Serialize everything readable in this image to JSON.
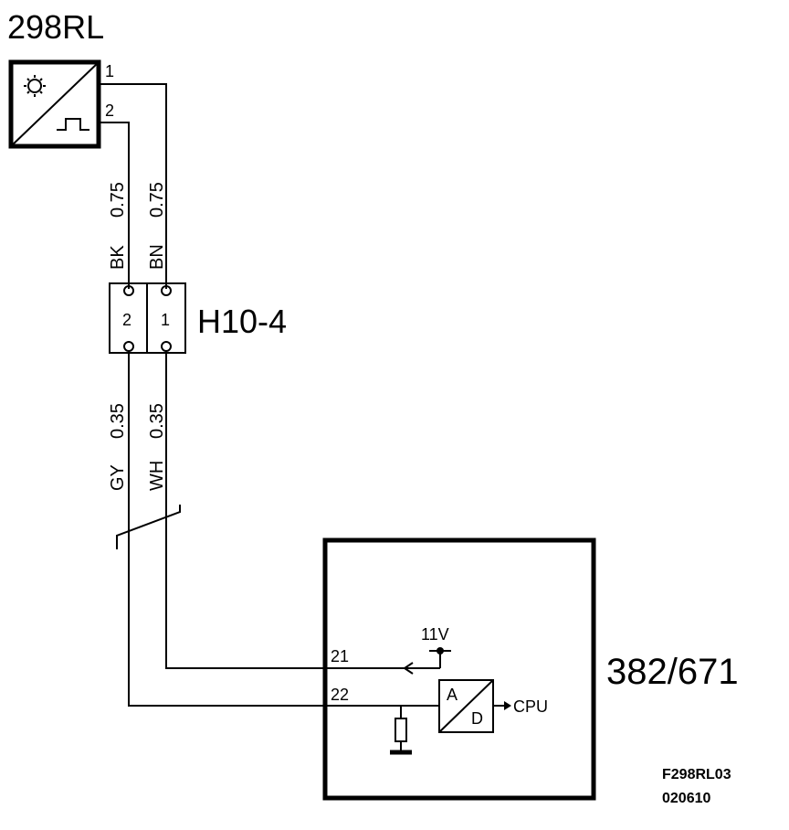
{
  "sensor": {
    "id": "298RL",
    "pin1": "1",
    "pin2": "2",
    "icon": "gear-to-square-wave sensor symbol"
  },
  "wires_upper": [
    {
      "color": "BK",
      "size": "0.75"
    },
    {
      "color": "BN",
      "size": "0.75"
    }
  ],
  "connector": {
    "id": "H10-4",
    "pin_left": "2",
    "pin_right": "1"
  },
  "wires_lower": [
    {
      "color": "GY",
      "size": "0.35"
    },
    {
      "color": "WH",
      "size": "0.35"
    }
  ],
  "module": {
    "id": "382/671",
    "pin_a": "21",
    "pin_b": "22",
    "supply": "11V",
    "adc_a": "A",
    "adc_d": "D",
    "output": "CPU"
  },
  "footer": {
    "code": "F298RL03",
    "date": "020610"
  }
}
